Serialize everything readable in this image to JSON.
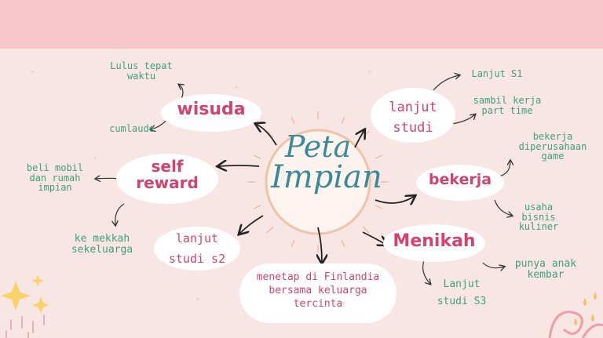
{
  "center": {
    "line1": "Peta",
    "line2": "Impian"
  },
  "nodes": {
    "wisuda": "wisuda",
    "lanjut_studi": [
      "lanjut",
      "studi"
    ],
    "self_reward": [
      "self",
      "reward"
    ],
    "bekerja": "bekerja",
    "menikah": "Menikah",
    "lanjut_studi_s2": [
      "lanjut",
      "studi s2"
    ],
    "finlandia": [
      "menetap di Finlandia",
      "bersama keluarga",
      "tercinta"
    ]
  },
  "leaves": {
    "lulus": [
      "Lulus tepat",
      "waktu"
    ],
    "cumlaude": "cumlaude",
    "lanjut_s1": "Lanjut S1",
    "sambil": [
      "sambil kerja",
      "part time"
    ],
    "mobil": [
      "beli mobil",
      "dan rumah",
      "impian"
    ],
    "mekkah": [
      "ke mekkah",
      "sekeluarga"
    ],
    "perusahaan": [
      "bekerja",
      "diperusahaan",
      "game"
    ],
    "usaha": [
      "usaha",
      "bisnis",
      "kuliner"
    ],
    "anak": [
      "punya anak",
      "kembar"
    ],
    "s3": [
      "Lanjut",
      "studi S3"
    ]
  },
  "colors": {
    "banner": "#f8c6cd",
    "background": "#f7e6e4",
    "node_text": "#d2436d",
    "leaf_text": "#3f9f7c",
    "center_text": "#3c8a97"
  }
}
